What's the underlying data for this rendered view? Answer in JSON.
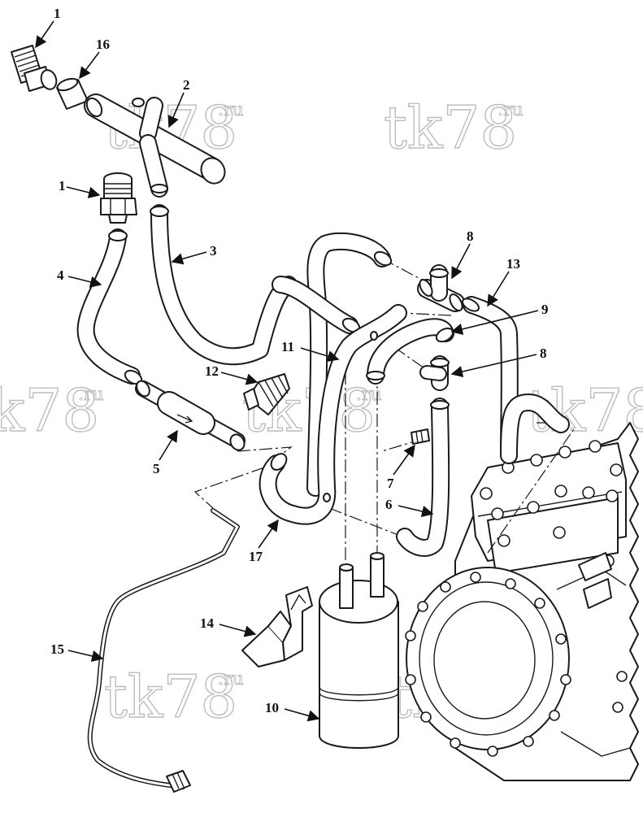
{
  "watermark": {
    "main": "tk78",
    "suffix": ".ru"
  },
  "callouts": [
    {
      "id": "c1a",
      "label": "1"
    },
    {
      "id": "c16",
      "label": "16"
    },
    {
      "id": "c2",
      "label": "2"
    },
    {
      "id": "c1b",
      "label": "1"
    },
    {
      "id": "c3",
      "label": "3"
    },
    {
      "id": "c4",
      "label": "4"
    },
    {
      "id": "c8a",
      "label": "8"
    },
    {
      "id": "c13",
      "label": "13"
    },
    {
      "id": "c9",
      "label": "9"
    },
    {
      "id": "c11",
      "label": "11"
    },
    {
      "id": "c8b",
      "label": "8"
    },
    {
      "id": "c12",
      "label": "12"
    },
    {
      "id": "c5",
      "label": "5"
    },
    {
      "id": "c7",
      "label": "7"
    },
    {
      "id": "c6",
      "label": "6"
    },
    {
      "id": "c17",
      "label": "17"
    },
    {
      "id": "c14",
      "label": "14"
    },
    {
      "id": "c15",
      "label": "15"
    },
    {
      "id": "c10",
      "label": "10"
    }
  ]
}
